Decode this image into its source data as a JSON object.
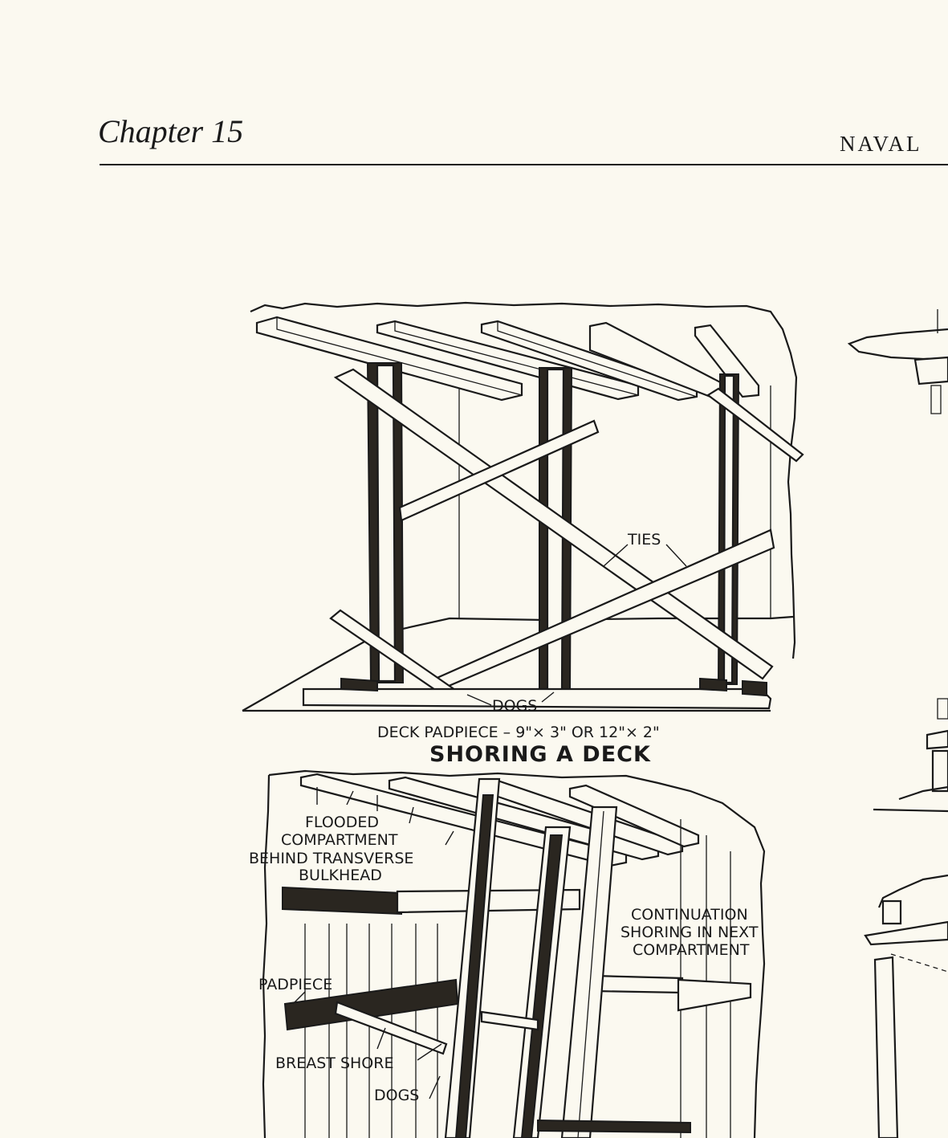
{
  "header": {
    "chapter": "Chapter 15",
    "running_head": "NAVAL"
  },
  "figure_top": {
    "labels": {
      "ties": "TIES",
      "dogs": "DOGS",
      "deck_padpiece": "DECK PADPIECE – 9\"× 3\" OR 12\"× 2\""
    },
    "caption": "SHORING A DECK"
  },
  "figure_bottom": {
    "labels": {
      "flooded_line1": "FLOODED",
      "flooded_line2": "COMPARTMENT",
      "flooded_line3": "BEHIND TRANSVERSE",
      "flooded_line4": "BULKHEAD",
      "continuation_line1": "CONTINUATION",
      "continuation_line2": "SHORING IN NEXT",
      "continuation_line3": "COMPARTMENT",
      "padpiece": "PADPIECE",
      "breast_shore": "BREAST SHORE",
      "dogs": "DOGS"
    }
  }
}
